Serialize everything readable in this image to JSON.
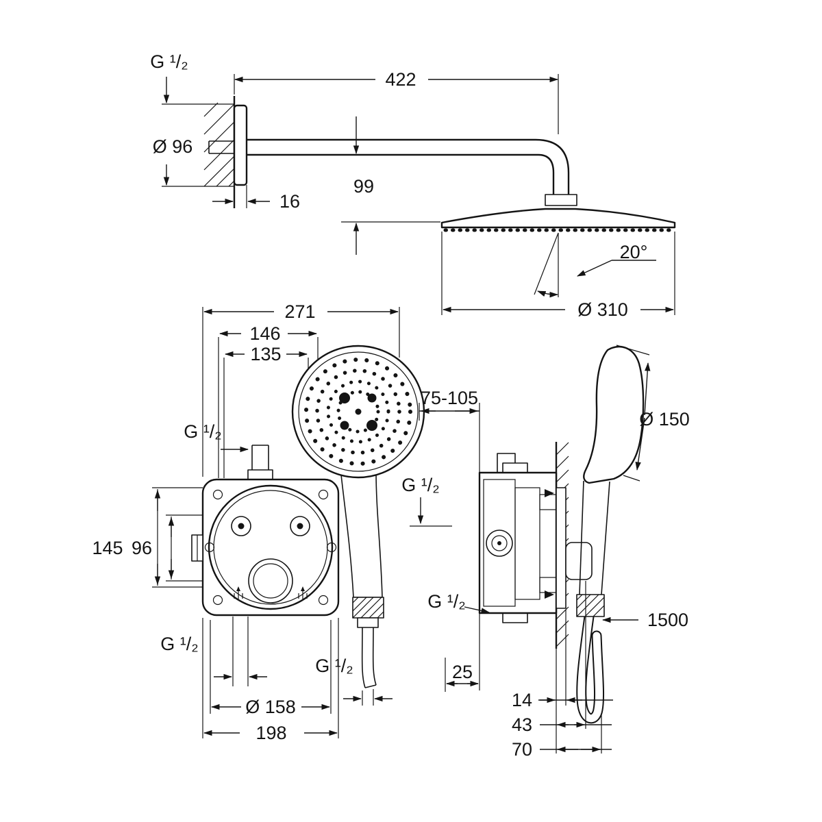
{
  "drawing": {
    "background": "#ffffff",
    "line_color": "#141414",
    "labels": {
      "g_half": "G ¹/₂",
      "d96": "Ø 96",
      "l422": "422",
      "l99": "99",
      "l16": "16",
      "a20": "20°",
      "d310": "Ø 310",
      "l271": "271",
      "l146": "146",
      "l135": "135",
      "r75_105": "75-105",
      "d150": "Ø 150",
      "l145": "145",
      "l96": "96",
      "d158": "Ø 158",
      "l198": "198",
      "l1500": "1500",
      "l25": "25",
      "l14": "14",
      "l43": "43",
      "l70": "70"
    }
  }
}
